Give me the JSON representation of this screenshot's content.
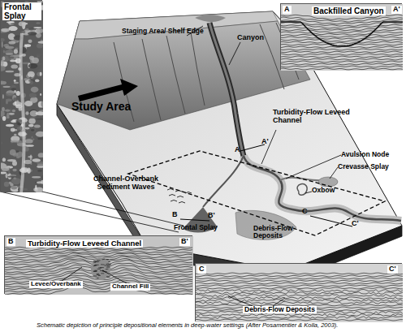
{
  "diagram": {
    "caption": "Schematic depiction of principle depositional elements in deep-water settings (After Posamentier & Kolla, 2003).",
    "nodes": [
      {
        "text": [
          "Frontal Splay"
        ]
      },
      {
        "text": [
          "A",
          "Backfilled Canyon",
          "A'"
        ]
      },
      {
        "text": [
          "B",
          "Turbidity-Flow Leveed Channel",
          "B'",
          "Levee/Overbank",
          "Channel Fill"
        ]
      },
      {
        "text": [
          "C",
          "C'",
          "Debris-Flow Deposits"
        ]
      }
    ],
    "labels": [
      "Staging Area/ Shelf Edge",
      "Canyon",
      "Study Area",
      "Turbidity-Flow Leveed Channel",
      "A",
      "A'",
      "Avulsion Node",
      "Crevasse Splay",
      "Channel-Overbank Sediment Waves",
      "Oxbow",
      "B",
      "B'",
      "Frontal Splay",
      "C",
      "C'",
      "Debris-Flow Deposits"
    ]
  }
}
